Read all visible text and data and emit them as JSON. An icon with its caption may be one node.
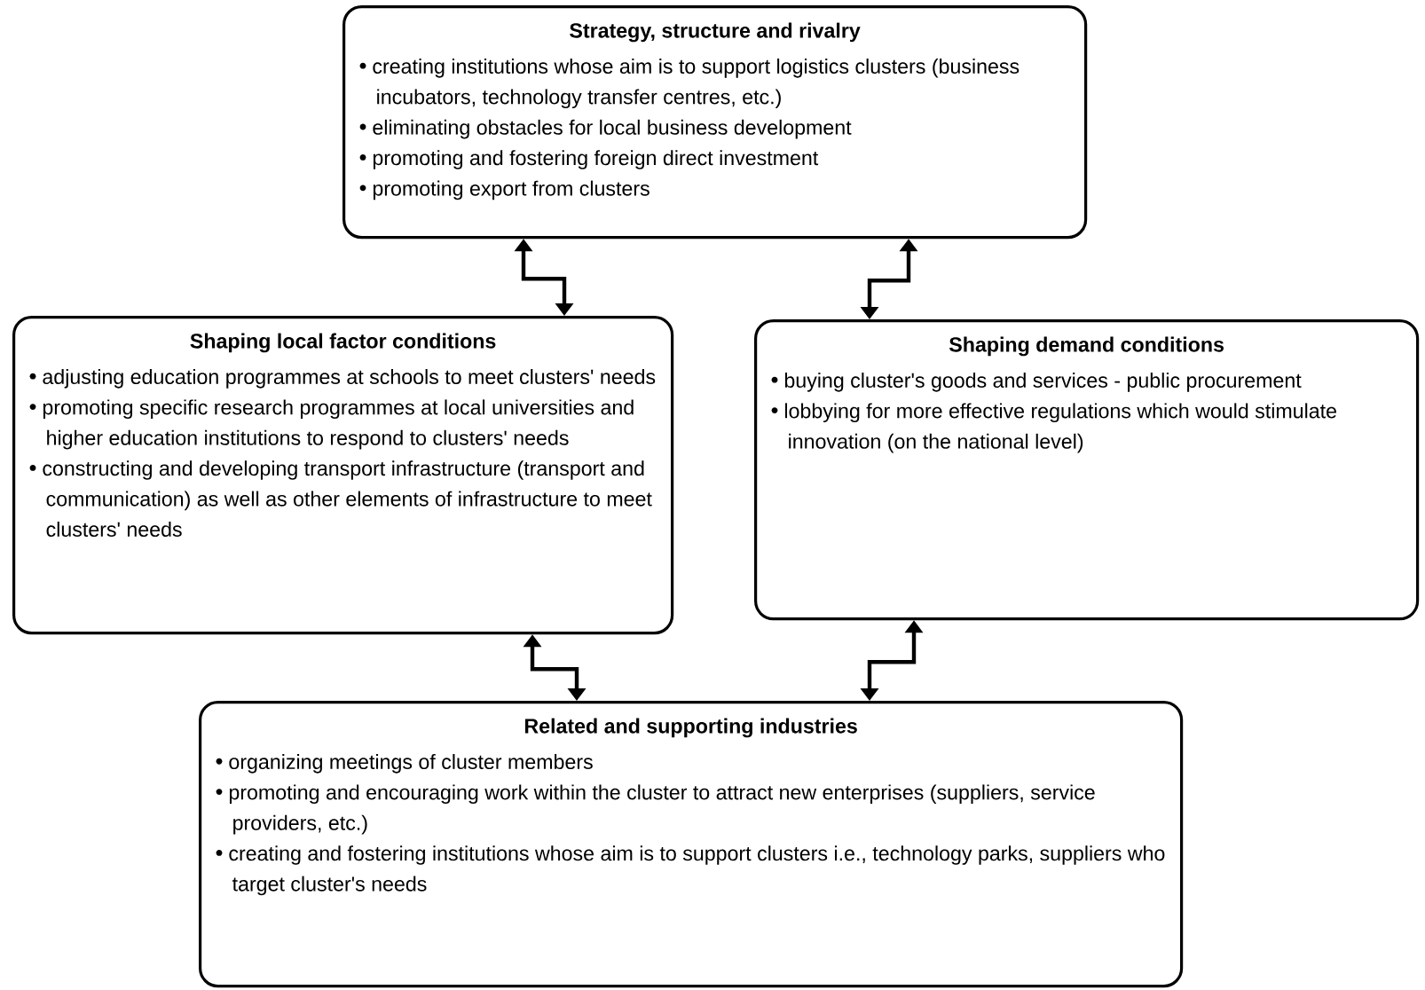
{
  "diagram": {
    "nodes": [
      {
        "text": [
          "Strategy, structure and rivalry",
          "creating institutions whose aim is to support logistics clusters (business incubators, technology transfer centres, etc.)",
          "eliminating obstacles for local business development",
          "promoting and fostering foreign direct investment",
          "promoting export from clusters"
        ]
      },
      {
        "text": [
          "Shaping local factor conditions",
          "adjusting education programmes at schools to meet clusters' needs",
          "promoting specific research programmes at local universities and higher education institutions to respond to clusters' needs",
          "constructing and developing transport infrastructure (transport and communication) as well as other elements of infrastructure to meet clusters' needs"
        ]
      },
      {
        "text": [
          "Shaping demand conditions",
          "buying cluster's goods and services - public procurement",
          "lobbying for more effective regulations which would stimulate innovation (on the national level)"
        ]
      },
      {
        "text": [
          "Related and supporting industries",
          "organizing meetings of cluster members",
          "promoting and encouraging work within the cluster to attract new enterprises (suppliers, service providers, etc.)",
          "creating and fostering institutions whose aim is to support clusters i.e., technology parks, suppliers who target cluster's needs"
        ]
      }
    ],
    "edges": [
      {
        "from": 0,
        "to": 1,
        "arrow": "both"
      },
      {
        "from": 0,
        "to": 2,
        "arrow": "both"
      },
      {
        "from": 1,
        "to": 3,
        "arrow": "both"
      },
      {
        "from": 2,
        "to": 3,
        "arrow": "both"
      }
    ]
  }
}
